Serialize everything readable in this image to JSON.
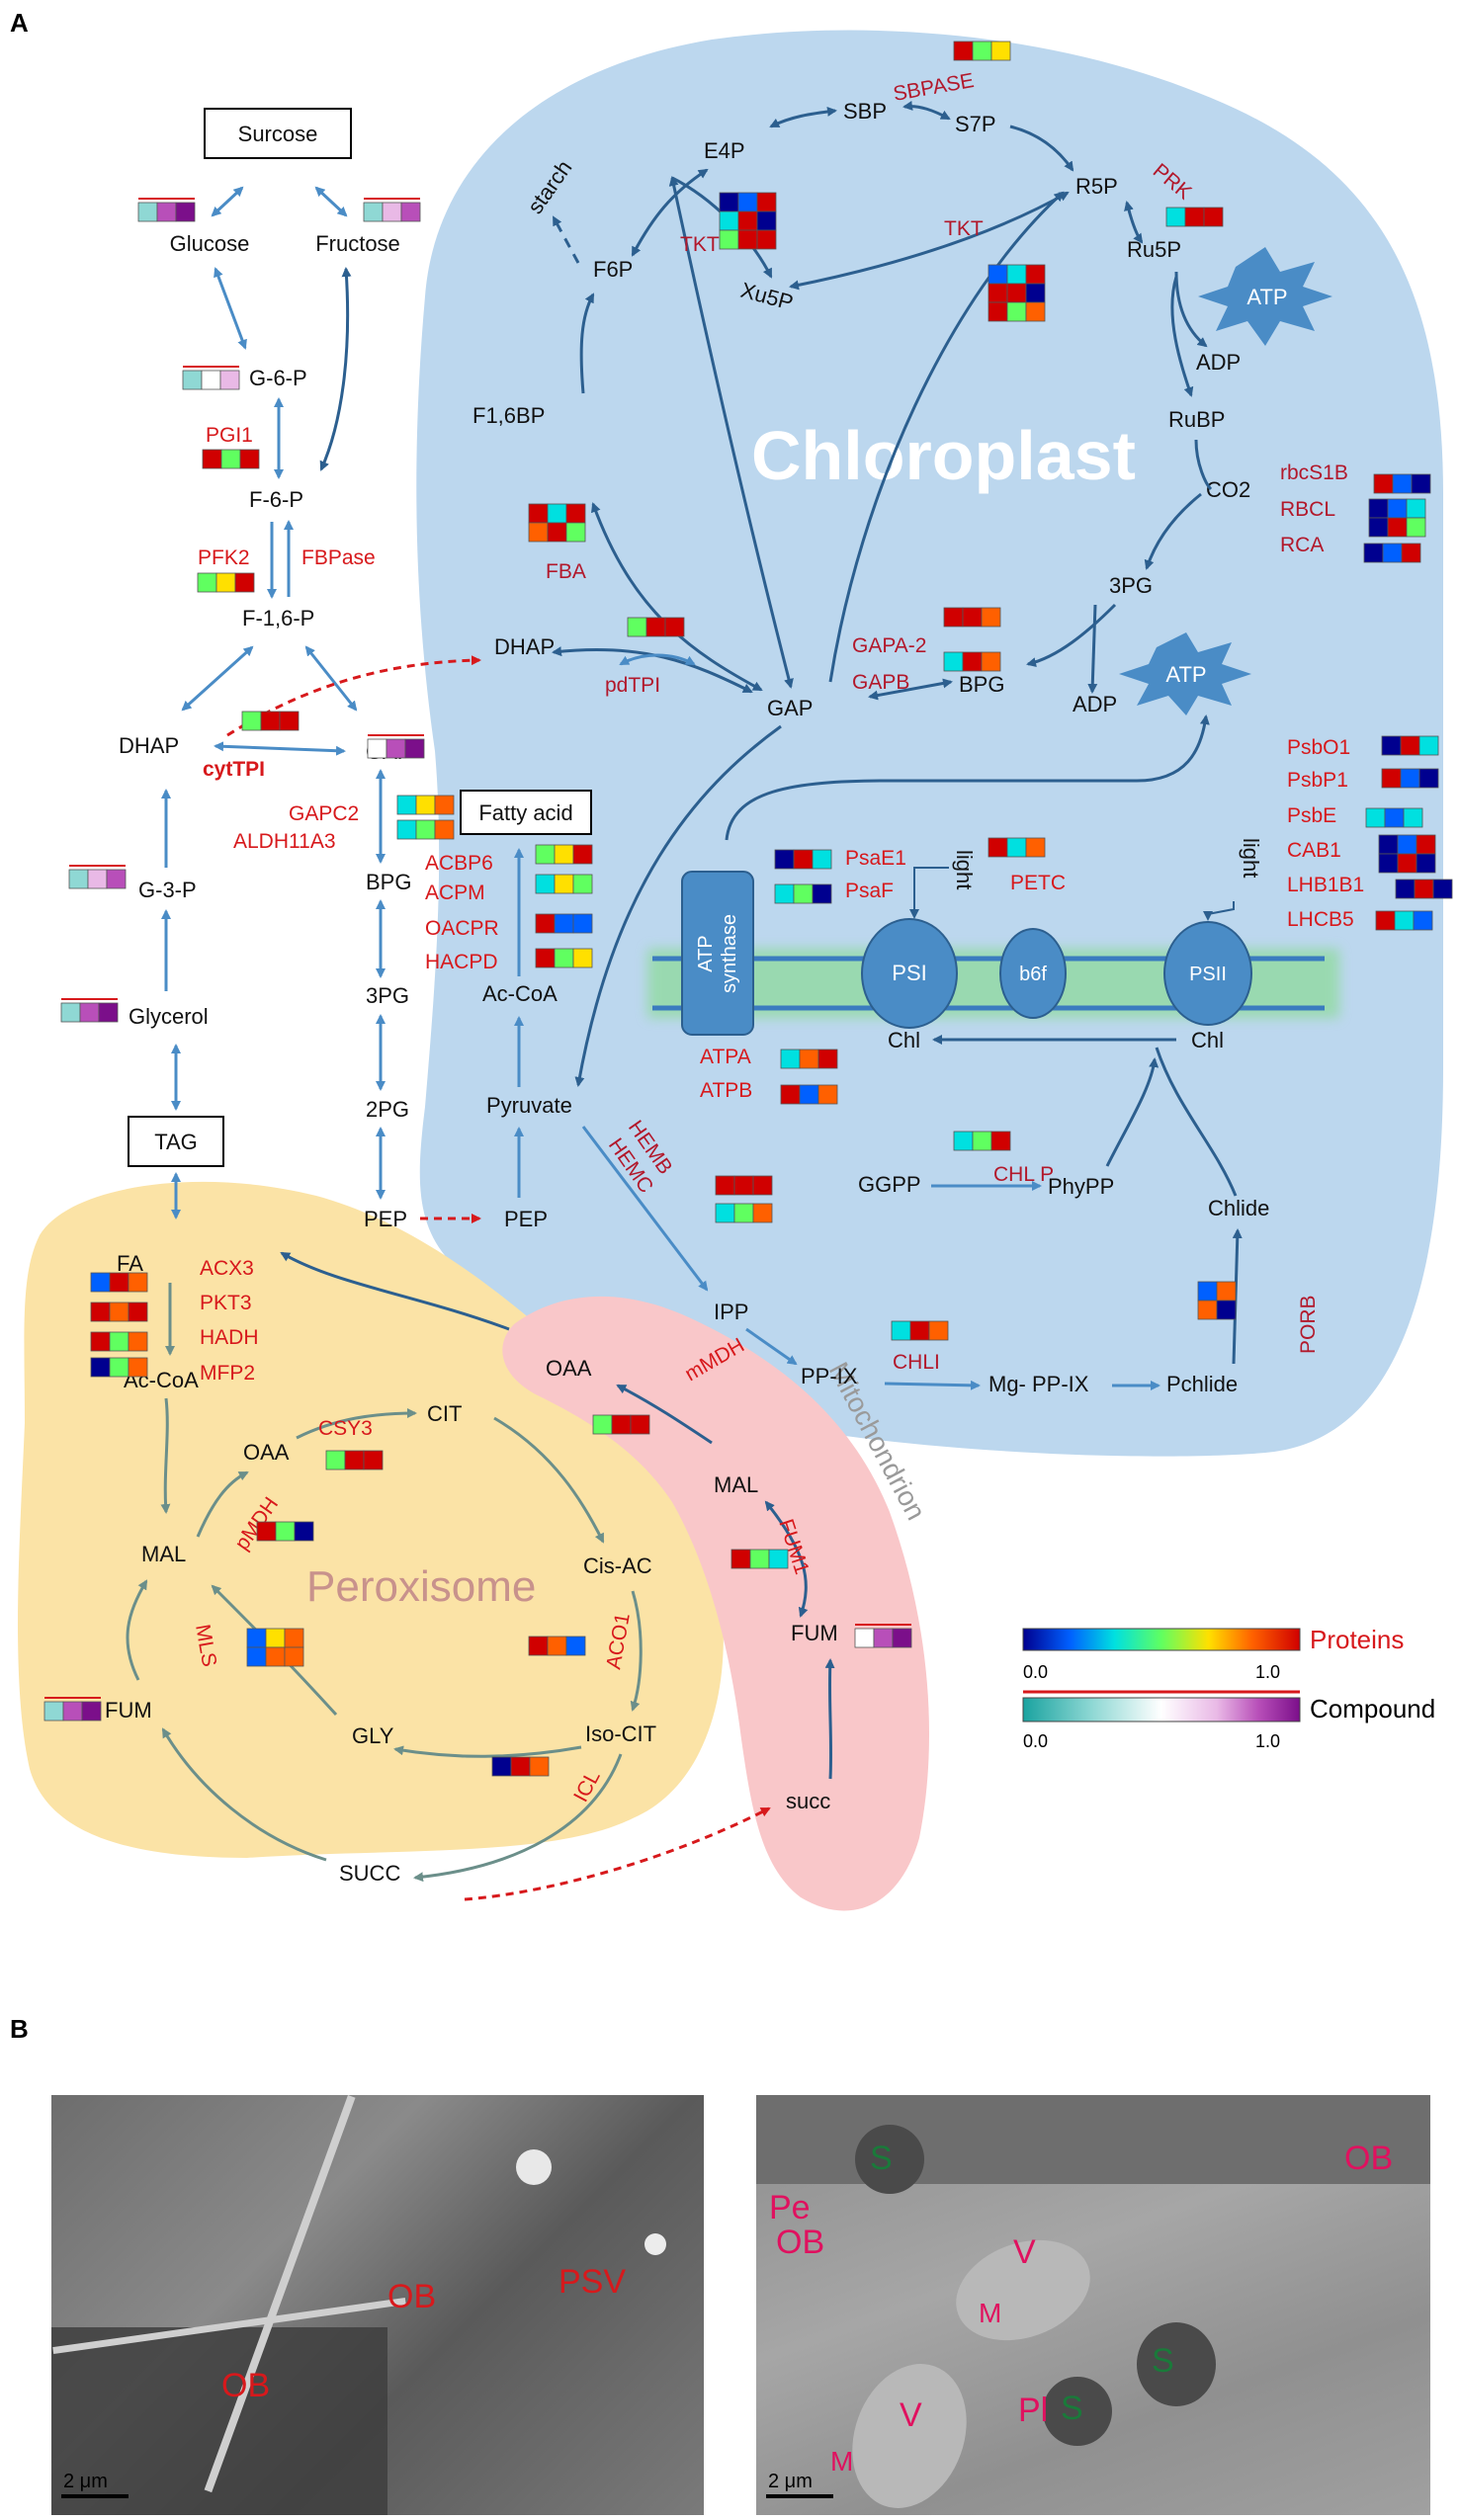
{
  "panels": {
    "a": "A",
    "b": "B"
  },
  "compartments": {
    "chloroplast": "Chloroplast",
    "peroxisome": "Peroxisome",
    "mitochondrion": "Mitochondrion"
  },
  "colors": {
    "chloroplast": "#bcd7ee",
    "peroxisome": "#fbe3a6",
    "mitochondrion": "#f9c7c9",
    "arrow": "#4a8cc6",
    "arrow_dark": "#2c5f8f",
    "arrow_green": "#6b8f8a",
    "enzyme": "#d7191c",
    "membrane": "#3a7bbf"
  },
  "metabolites": {
    "surcose": "Surcose",
    "glucose": "Glucose",
    "fructose": "Fructose",
    "g6p": "G-6-P",
    "f6p": "F-6-P",
    "f16p": "F-1,6-P",
    "dhap_l": "DHAP",
    "gap_l": "GAP",
    "g3p": "G-3-P",
    "glycerol": "Glycerol",
    "tag": "TAG",
    "bpg_l": "BPG",
    "pg3_l": "3PG",
    "pg2_l": "2PG",
    "pep_l": "PEP",
    "fatty_acid": "Fatty acid",
    "accoa_c": "Ac-CoA",
    "pyruvate": "Pyruvate",
    "pep_c": "PEP",
    "starch": "starch",
    "f6p_c": "F6P",
    "f16bp_c": "F1,6BP",
    "dhap_c": "DHAP",
    "gap_c": "GAP",
    "e4p": "E4P",
    "sbp": "SBP",
    "s7p": "S7P",
    "r5p": "R5P",
    "ru5p": "Ru5P",
    "xu5p": "Xu5P",
    "atp1": "ATP",
    "adp1": "ADP",
    "rubp": "RuBP",
    "co2": "CO2",
    "pg3_c": "3PG",
    "bpg_c": "BPG",
    "adp2": "ADP",
    "atp2": "ATP",
    "ipp": "IPP",
    "ppix": "PP-IX",
    "mgppix": "Mg- PP-IX",
    "pchlide": "Pchlide",
    "chlide": "Chlide",
    "ggpp": "GGPP",
    "phypp": "PhyPP",
    "chl1": "Chl",
    "chl2": "Chl",
    "light1": "light",
    "light2": "light",
    "atp_synthase1": "ATP",
    "atp_synthase2": "synthase",
    "psi": "PSI",
    "b6f": "b6f",
    "psii": "PSII",
    "fa": "FA",
    "accoa_p": "Ac-CoA",
    "oaa_p": "OAA",
    "cit": "CIT",
    "cisac": "Cis-AC",
    "isocit": "Iso-CIT",
    "mal_p": "MAL",
    "gly": "GLY",
    "fum_p": "FUM",
    "succ_p": "SUCC",
    "oaa_m": "OAA",
    "mal_m": "MAL",
    "fum_m": "FUM",
    "succ_m": "succ"
  },
  "enzymes": {
    "pgi1": "PGI1",
    "pfk2": "PFK2",
    "fbpase": "FBPase",
    "cyttpi": "cytTPI",
    "gapc2": "GAPC2",
    "aldh11a3": "ALDH11A3",
    "acbp6": "ACBP6",
    "acpm": "ACPM",
    "oacpr": "OACPR",
    "hacpd": "HACPD",
    "fba": "FBA",
    "pdtpi": "pdTPI",
    "tkt1": "TKT",
    "tkt2": "TKT",
    "sbpase": "SBPASE",
    "prk": "PRK",
    "rbcs1b": "rbcS1B",
    "rbcl": "RBCL",
    "rca": "RCA",
    "gapa2": "GAPA-2",
    "gapb": "GAPB",
    "psae1": "PsaE1",
    "psaf": "PsaF",
    "petc": "PETC",
    "psbo1": "PsbO1",
    "psbp1": "PsbP1",
    "psbe": "PsbE",
    "cab1": "CAB1",
    "lhb1b1": "LHB1B1",
    "lhcb5": "LHCB5",
    "atpa": "ATPA",
    "atpb": "ATPB",
    "hemb": "HEMB",
    "hemc": "HEMC",
    "chlp": "CHL P",
    "chli": "CHLI",
    "porb": "PORB",
    "acx3": "ACX3",
    "pkt3": "PKT3",
    "hadh": "HADH",
    "mfp2": "MFP2",
    "csy3": "CSY3",
    "pmdh": "pMDH",
    "mls": "MLS",
    "aco1": "ACO1",
    "icl": "ICL",
    "mmdh": "mMDH",
    "fum1": "FUM1"
  },
  "legend": {
    "proteins": "Proteins",
    "compound": "Compound",
    "proteins_min": "0.0",
    "proteins_max": "1.0",
    "compound_min": "0.0",
    "compound_max": "1.0",
    "protein_colors": [
      "#00008f",
      "#0060ff",
      "#00e0e0",
      "#60ff60",
      "#ffe000",
      "#ff6000",
      "#d00000"
    ],
    "compound_colors": [
      "#1aa3a0",
      "#8fd8d4",
      "#ffffff",
      "#e9b9e6",
      "#b84fb9",
      "#7b0f8a"
    ]
  },
  "micrographs": {
    "left_labels": {
      "ob1": "OB",
      "ob2": "OB",
      "psv": "PSV"
    },
    "right_labels": {
      "s1": "S",
      "s2": "S",
      "s3": "S",
      "pe": "Pe",
      "ob1": "OB",
      "ob2": "OB",
      "v1": "V",
      "v2": "V",
      "m1": "M",
      "m2": "M",
      "pl": "Pl"
    },
    "scale_left": "2 μm",
    "scale_right": "2 μm"
  }
}
